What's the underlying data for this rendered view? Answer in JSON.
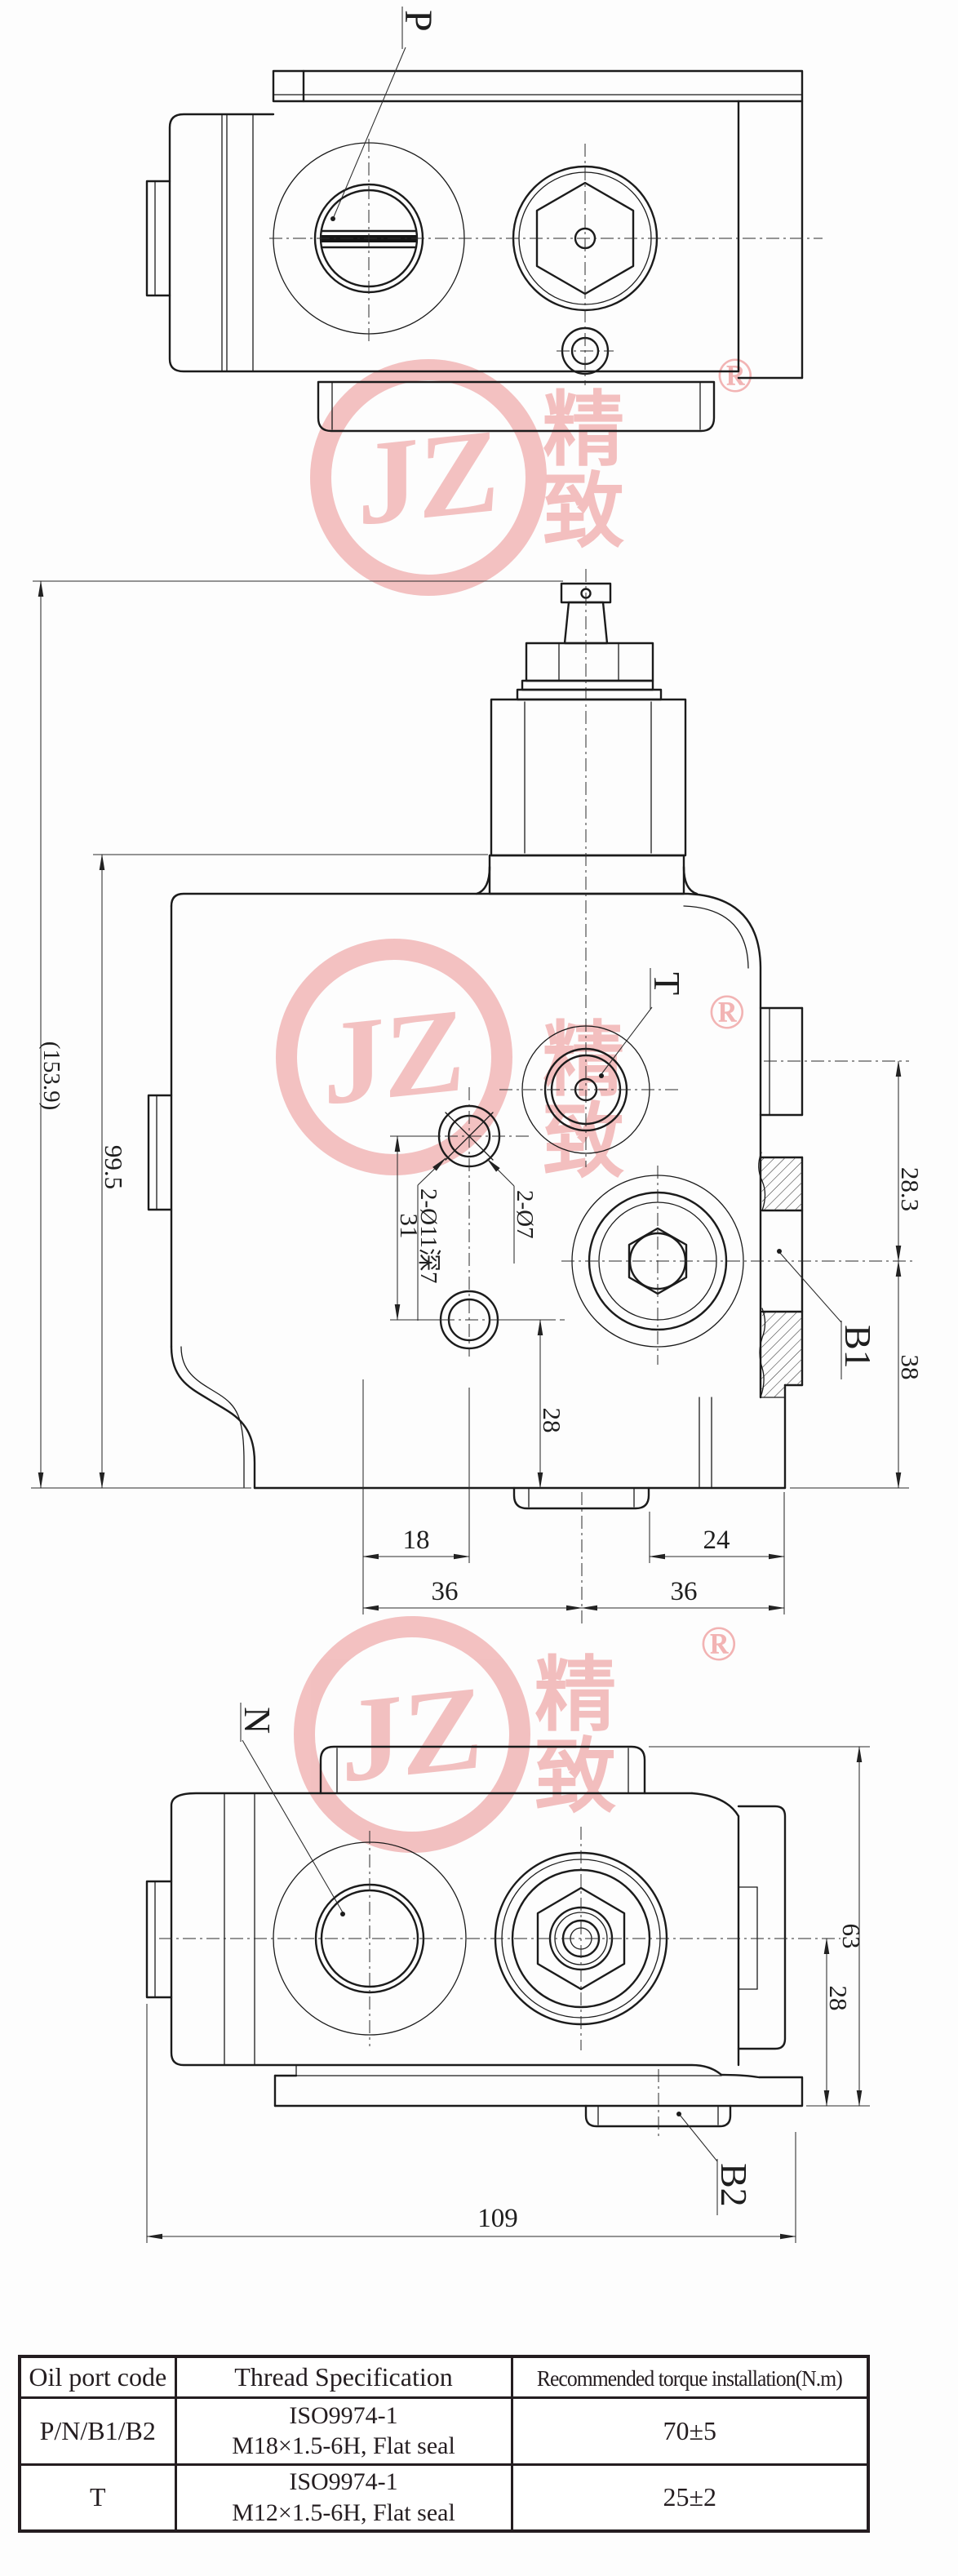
{
  "watermark": {
    "logo_text": "JZ",
    "brand_text": "精致",
    "registered_mark": "®"
  },
  "top_view": {
    "port_label_p": "P"
  },
  "front_view": {
    "port_label_t": "T",
    "port_label_b1": "B1",
    "dim_overall_height": "(153.9)",
    "dim_body_height": "99.5",
    "dim_t_to_b1": "28.3",
    "dim_b1_to_bottom": "38",
    "dim_hole_spacing": "31",
    "dim_counterbore": "2-Ø11深7",
    "dim_through_holes": "2-Ø7",
    "dim_hole_to_bottom": "28",
    "dim_left_spacing": "18",
    "dim_right_spacing": "24",
    "dim_half_width_left": "36",
    "dim_half_width_right": "36"
  },
  "bottom_view": {
    "port_label_n": "N",
    "port_label_b2": "B2",
    "dim_height": "63",
    "dim_port_offset": "28",
    "dim_width": "109"
  },
  "table": {
    "headers": [
      "Oil port code",
      "Thread Specification",
      "Recommended torque installation(N.m)"
    ],
    "rows": [
      {
        "port": "P/N/B1/B2",
        "thread_line1": "ISO9974-1",
        "thread_line2": "M18×1.5-6H, Flat seal",
        "torque": "70±5"
      },
      {
        "port": "T",
        "thread_line1": "ISO9974-1",
        "thread_line2": "M12×1.5-6H, Flat seal",
        "torque": "25±2"
      }
    ]
  }
}
